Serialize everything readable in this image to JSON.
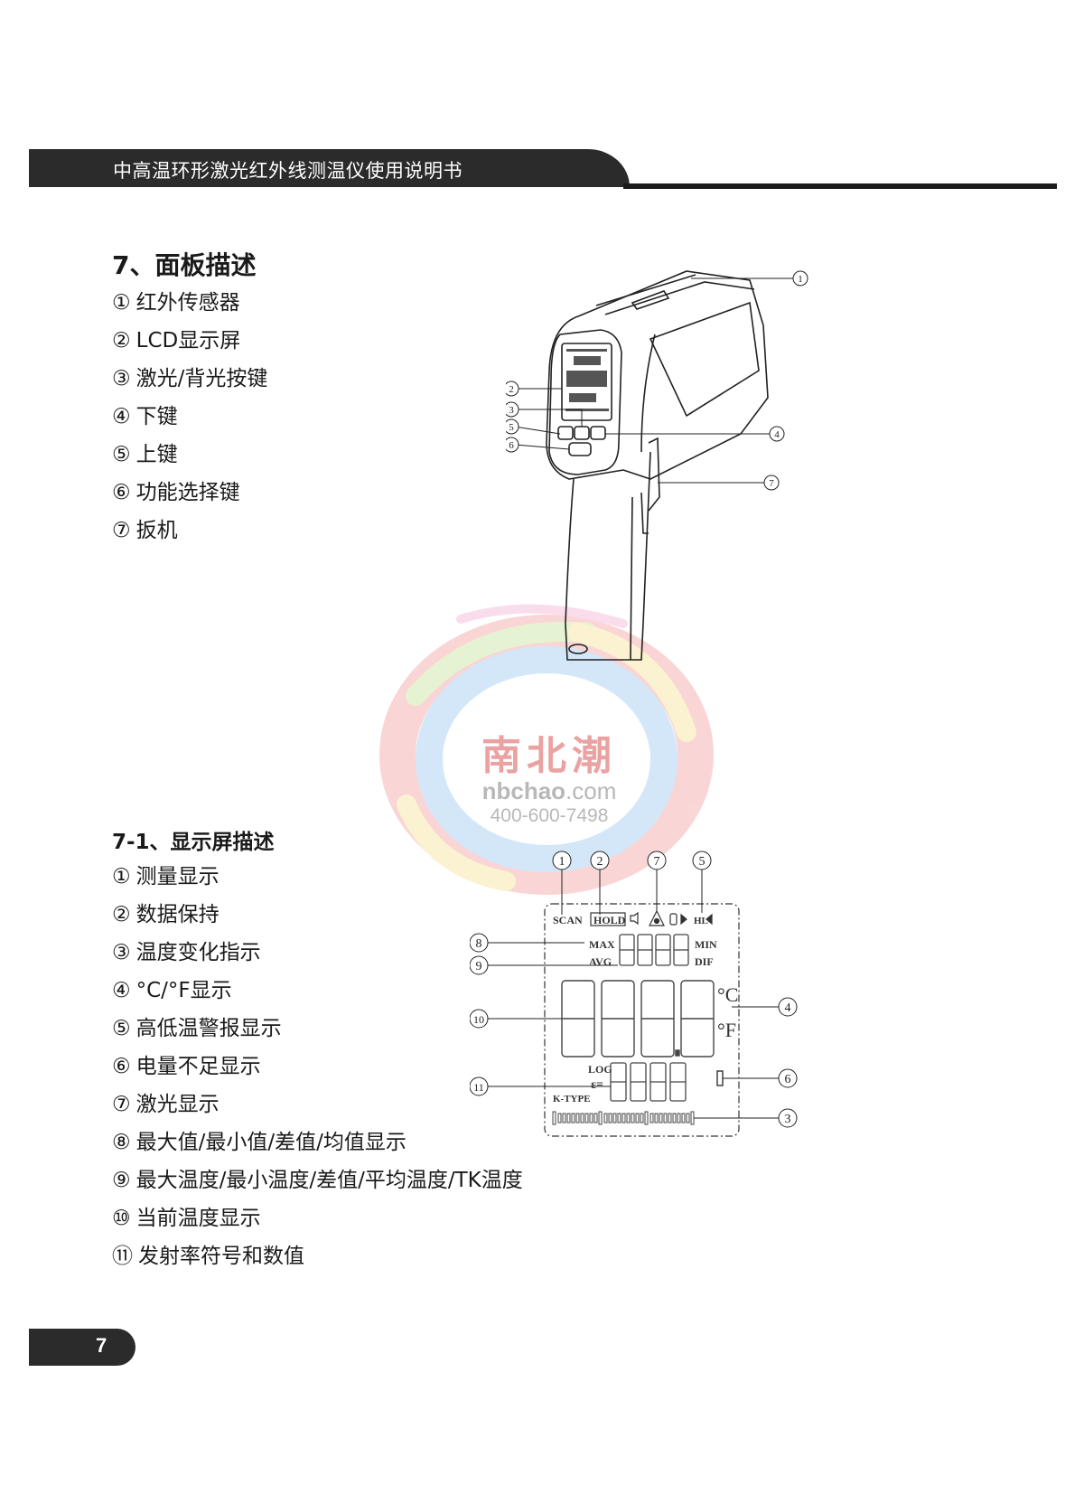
{
  "header": {
    "title": "中高温环形激光红外线测温仪使用说明书"
  },
  "section_panel": {
    "heading": "7、面板描述",
    "items": [
      {
        "num": "①",
        "label": "红外传感器"
      },
      {
        "num": "②",
        "label": "LCD显示屏"
      },
      {
        "num": "③",
        "label": "激光/背光按键"
      },
      {
        "num": "④",
        "label": "下键"
      },
      {
        "num": "⑤",
        "label": "上键"
      },
      {
        "num": "⑥",
        "label": "功能选择键"
      },
      {
        "num": "⑦",
        "label": "扳机"
      }
    ]
  },
  "section_display": {
    "heading": "7-1、显示屏描述",
    "items": [
      {
        "num": "①",
        "label": "测量显示"
      },
      {
        "num": "②",
        "label": "数据保持"
      },
      {
        "num": "③",
        "label": "温度变化指示"
      },
      {
        "num": "④",
        "label": "°C/°F显示"
      },
      {
        "num": "⑤",
        "label": "高低温警报显示"
      },
      {
        "num": "⑥",
        "label": "电量不足显示"
      },
      {
        "num": "⑦",
        "label": "激光显示"
      },
      {
        "num": "⑧",
        "label": "最大值/最小值/差值/均值显示"
      },
      {
        "num": "⑨",
        "label": "最大温度/最小温度/差值/平均温度/TK温度"
      },
      {
        "num": "⑩",
        "label": "当前温度显示"
      },
      {
        "num": "⑪",
        "label": "发射率符号和数值"
      }
    ]
  },
  "device_diagram": {
    "callouts": [
      "1",
      "2",
      "3",
      "4",
      "5",
      "6",
      "7"
    ]
  },
  "lcd_diagram": {
    "top_callouts": [
      "1",
      "2",
      "7",
      "5"
    ],
    "left_callouts": [
      "8",
      "9",
      "10",
      "11"
    ],
    "right_callouts": [
      "4",
      "6",
      "3"
    ],
    "indicators": {
      "scan": "SCAN",
      "hold": "HOLD",
      "hl": "HL",
      "max": "MAX",
      "avg": "AVG",
      "min": "MIN",
      "dif": "DIF",
      "celsius": "°C",
      "fahrenheit": "°F",
      "log": "LOG",
      "emissivity": "ε=",
      "ktype": "K-TYPE"
    }
  },
  "watermark": {
    "cn": "南北潮",
    "url_bold": "nbchao",
    "url_rest": ".com",
    "phone": "400-600-7498"
  },
  "footer": {
    "page_number": "7"
  }
}
